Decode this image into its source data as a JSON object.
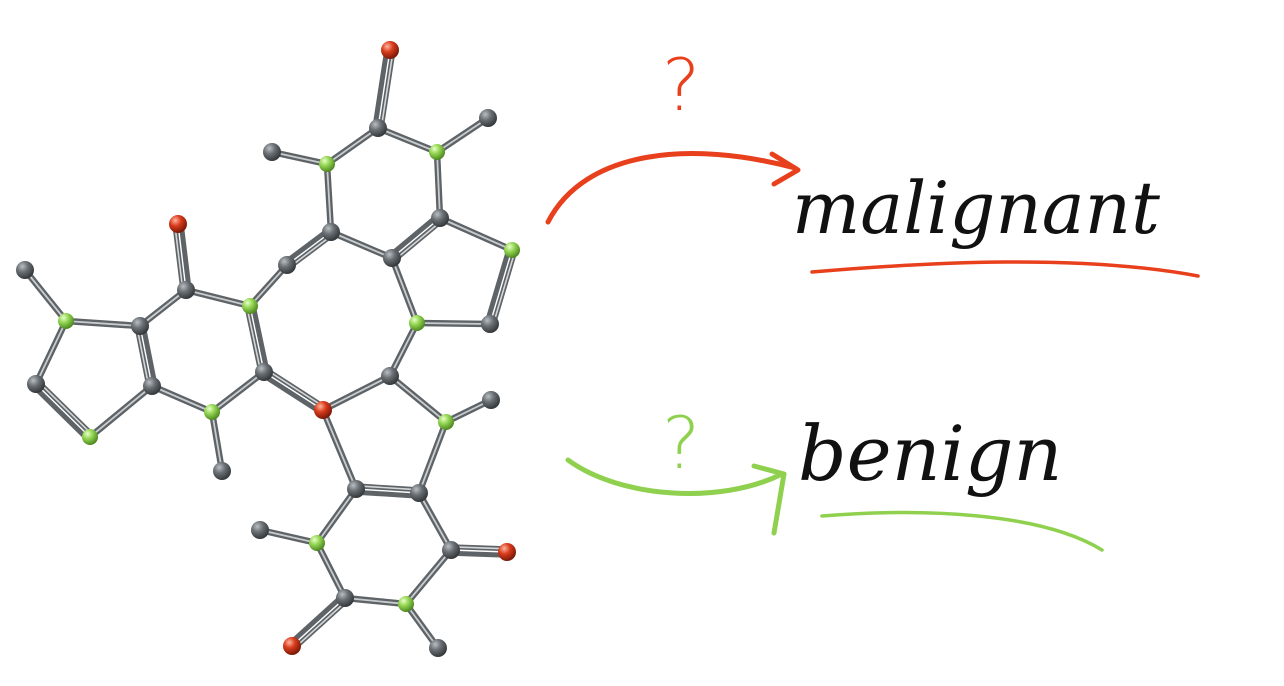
{
  "labels": {
    "upper": "malignant",
    "lower": "benign",
    "question_mark": "?"
  },
  "colors": {
    "upper_accent": "#e8401c",
    "lower_accent": "#8fd14f",
    "atom_carbon": "#5f6468",
    "atom_nitrogen": "#8fd14f",
    "atom_oxygen": "#d8341a",
    "bond": "#6b7075",
    "bond_highlight": "#c9ccce",
    "text": "#111111"
  },
  "icons": [
    "molecule-structure",
    "arrow-right-curved",
    "question-mark"
  ]
}
